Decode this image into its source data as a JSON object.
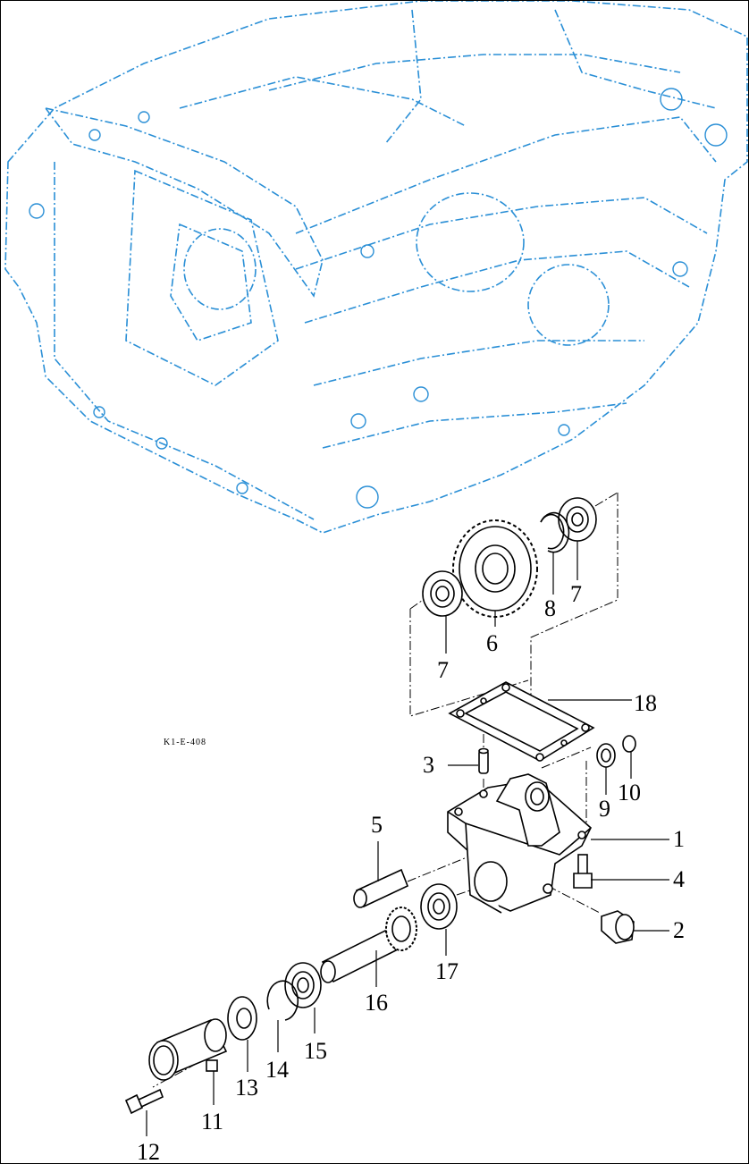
{
  "figure_code": "K1-E-408",
  "callouts": [
    {
      "id": "c1",
      "text": "1"
    },
    {
      "id": "c2",
      "text": "2"
    },
    {
      "id": "c3",
      "text": "3"
    },
    {
      "id": "c4",
      "text": "4"
    },
    {
      "id": "c5",
      "text": "5"
    },
    {
      "id": "c6",
      "text": "6"
    },
    {
      "id": "c7a",
      "text": "7"
    },
    {
      "id": "c7b",
      "text": "7"
    },
    {
      "id": "c8",
      "text": "8"
    },
    {
      "id": "c9",
      "text": "9"
    },
    {
      "id": "c10",
      "text": "10"
    },
    {
      "id": "c11",
      "text": "11"
    },
    {
      "id": "c12",
      "text": "12"
    },
    {
      "id": "c13",
      "text": "13"
    },
    {
      "id": "c14",
      "text": "14"
    },
    {
      "id": "c15",
      "text": "15"
    },
    {
      "id": "c16",
      "text": "16"
    },
    {
      "id": "c17",
      "text": "17"
    },
    {
      "id": "c18",
      "text": "18"
    }
  ],
  "colors": {
    "housing_outline": "#2a8fd6",
    "parts": "#000000"
  }
}
